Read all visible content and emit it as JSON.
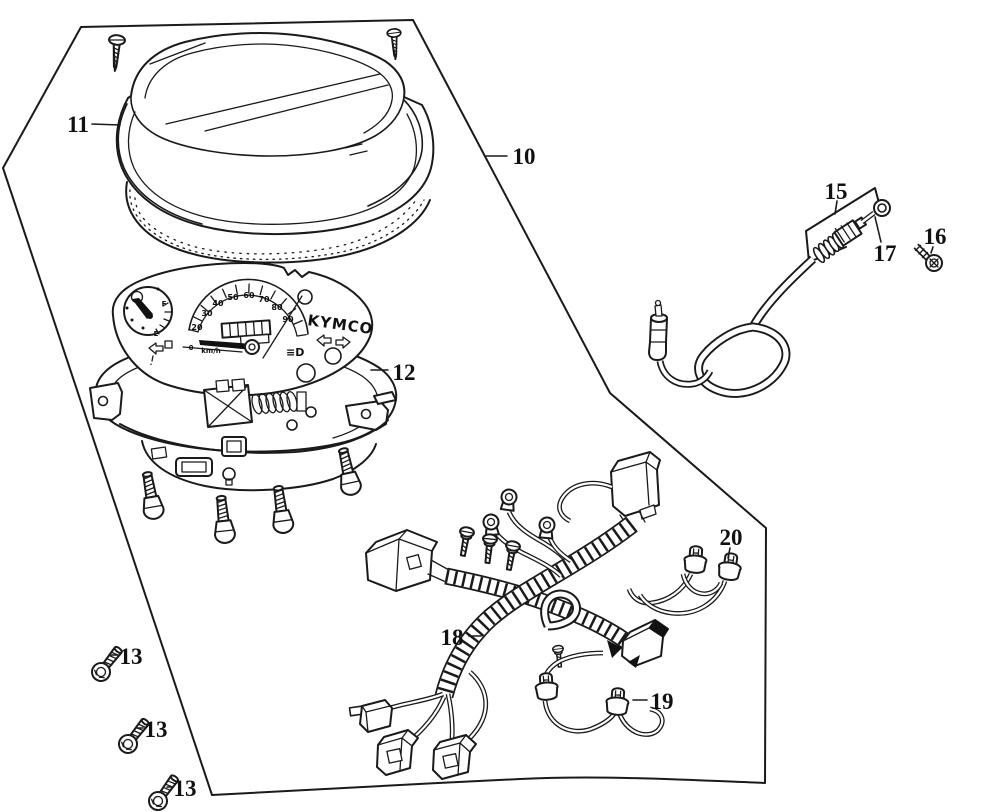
{
  "diagram": {
    "callouts": {
      "c10": "10",
      "c11": "11",
      "c12": "12",
      "c13a": "13",
      "c13b": "13",
      "c13c": "13",
      "c15": "15",
      "c16": "16",
      "c17": "17",
      "c18": "18",
      "c19": "19",
      "c20": "20"
    },
    "gauge": {
      "brand_text": "KYMCO",
      "speed_unit": "km/h",
      "dial_numbers": [
        "20",
        "30",
        "40",
        "50",
        "60",
        "70",
        "80",
        "90"
      ],
      "dial_zero": "0",
      "fuel_full": "F",
      "fuel_empty": "E",
      "high_beam_symbol": "≡D"
    },
    "colors": {
      "ink": "#1a1a1a",
      "paper": "#ffffff"
    }
  }
}
